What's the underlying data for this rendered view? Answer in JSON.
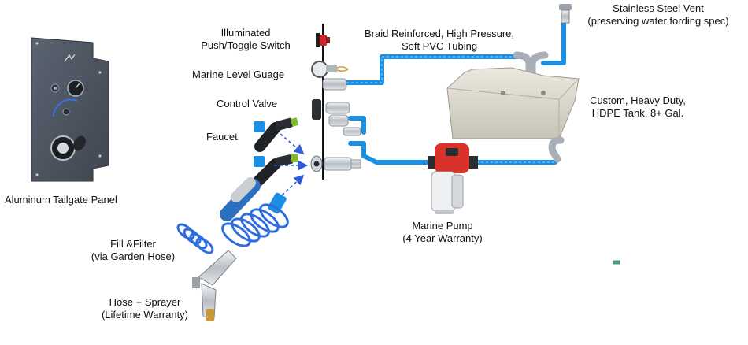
{
  "labels": {
    "tailgate_panel": "Aluminum Tailgate Panel",
    "switch": [
      "Illuminated",
      "Push/Toggle Switch"
    ],
    "level_gauge": "Marine Level Guage",
    "control_valve": "Control Valve",
    "faucet": "Faucet",
    "fill_filter": [
      "Fill &Filter",
      "(via Garden Hose)"
    ],
    "hose_sprayer": [
      "Hose + Sprayer",
      "(Lifetime Warranty)"
    ],
    "tubing": [
      "Braid Reinforced, High Pressure,",
      "Soft PVC Tubing"
    ],
    "vent": [
      "Stainless Steel Vent",
      "(preserving water fording spec)"
    ],
    "tank": [
      "Custom, Heavy Duty,",
      "HDPE Tank, 8+ Gal."
    ],
    "pump": [
      "Marine Pump",
      "(4 Year Warranty)"
    ]
  },
  "colors": {
    "tube": "#1a8fe3",
    "panel": "#4d5561",
    "tank": "#d9d6cc",
    "steel": "#c9ced3",
    "pump_red": "#d9322b",
    "dash_arrow": "#2e5bd6"
  }
}
